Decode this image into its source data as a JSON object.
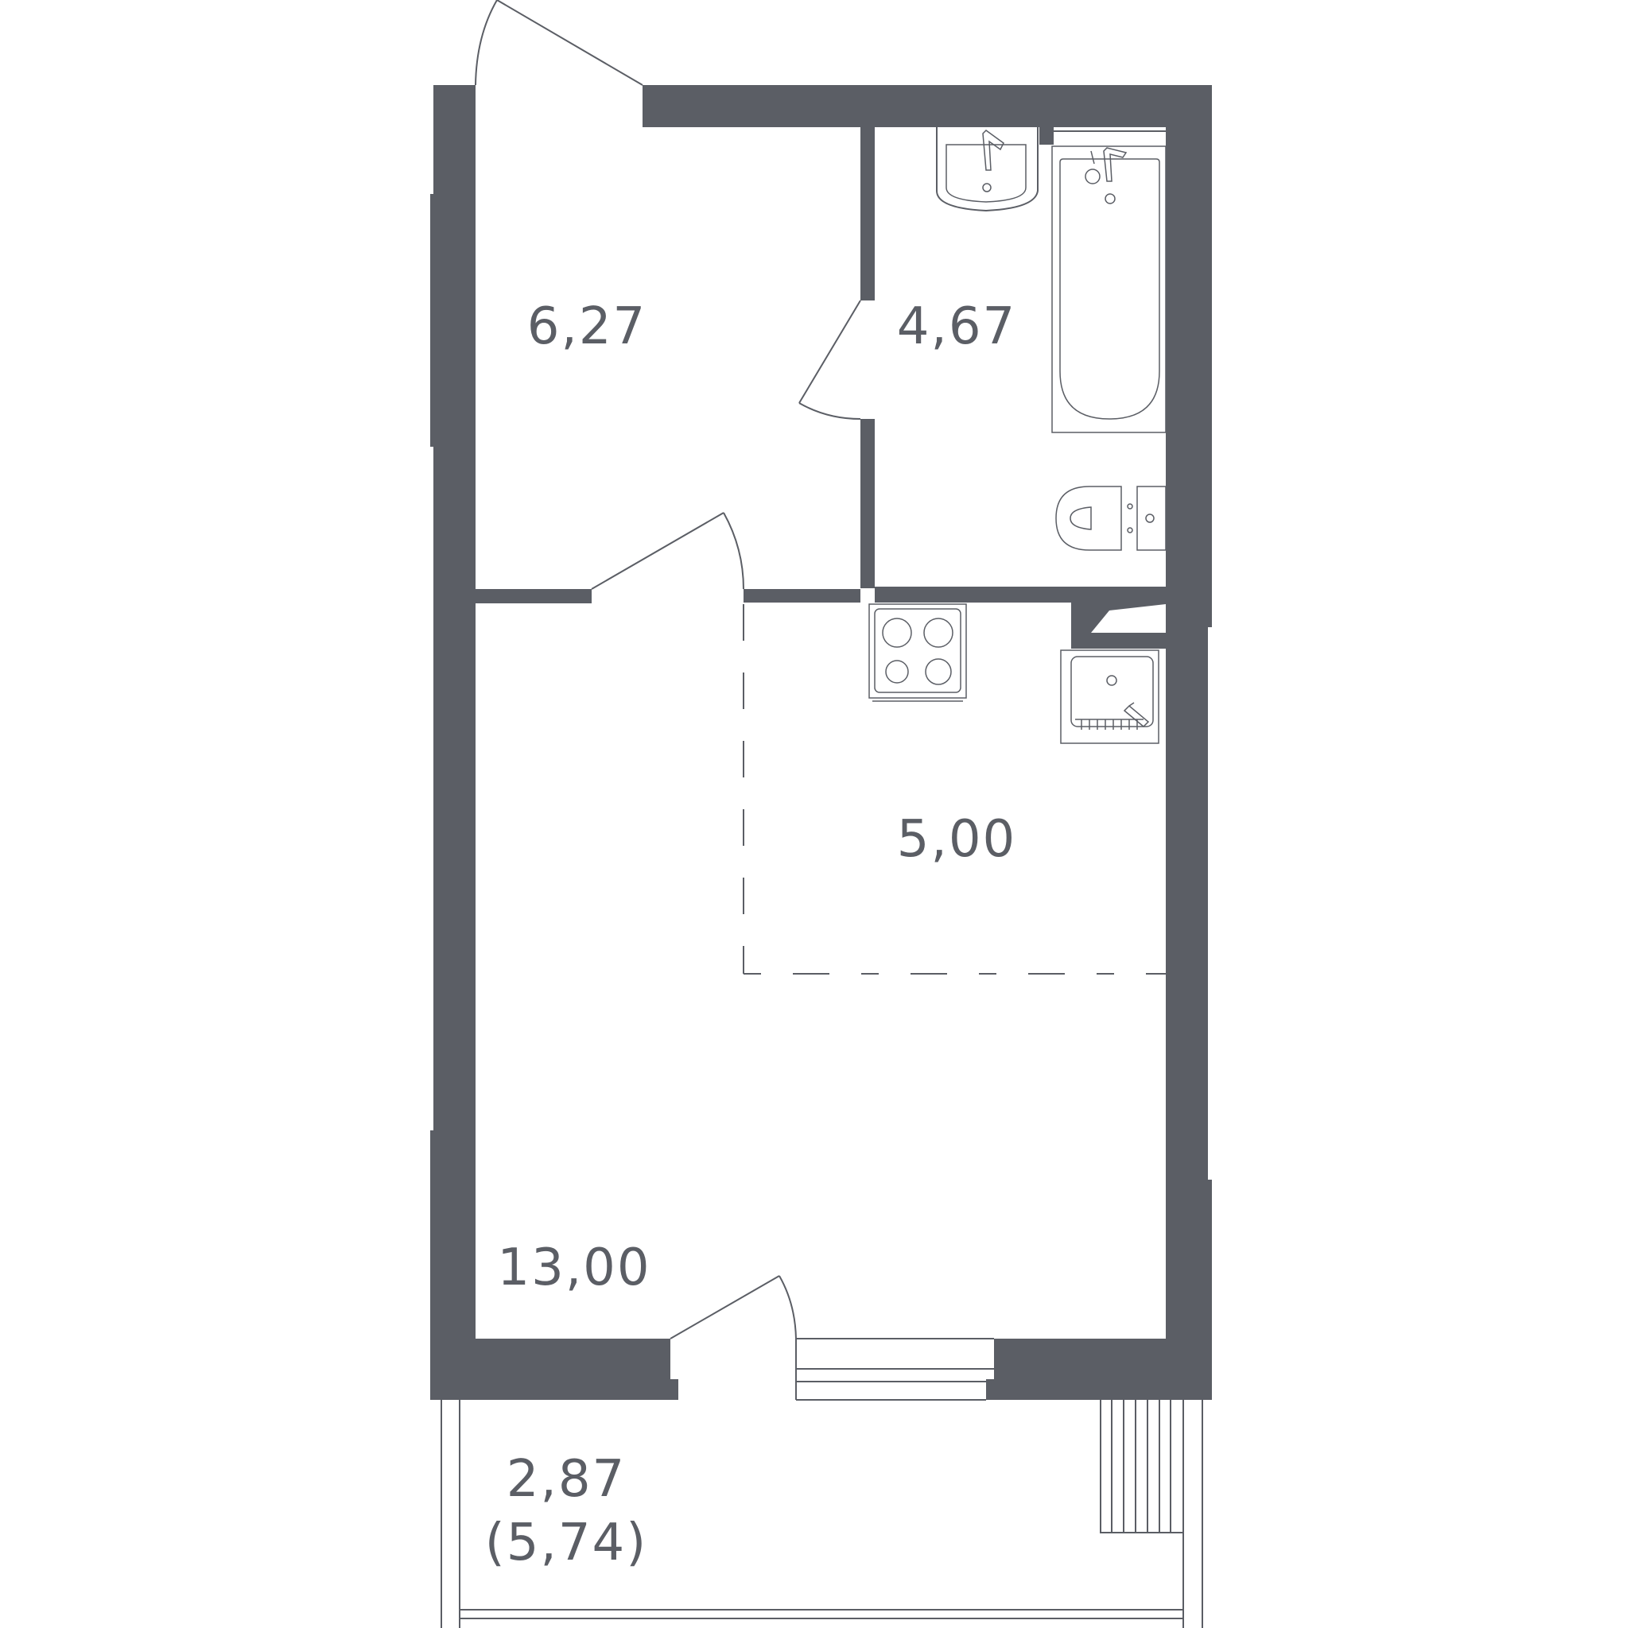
{
  "rooms": {
    "hallway": {
      "area": "6,27"
    },
    "bathroom": {
      "area": "4,67"
    },
    "kitchen_zone": {
      "area": "5,00"
    },
    "living_room": {
      "area": "13,00"
    },
    "balcony": {
      "area": "2,87",
      "area_full": "(5,74)"
    }
  },
  "colors": {
    "wall": "#5b5e65",
    "line": "#5b5e65",
    "background": "#ffffff"
  }
}
